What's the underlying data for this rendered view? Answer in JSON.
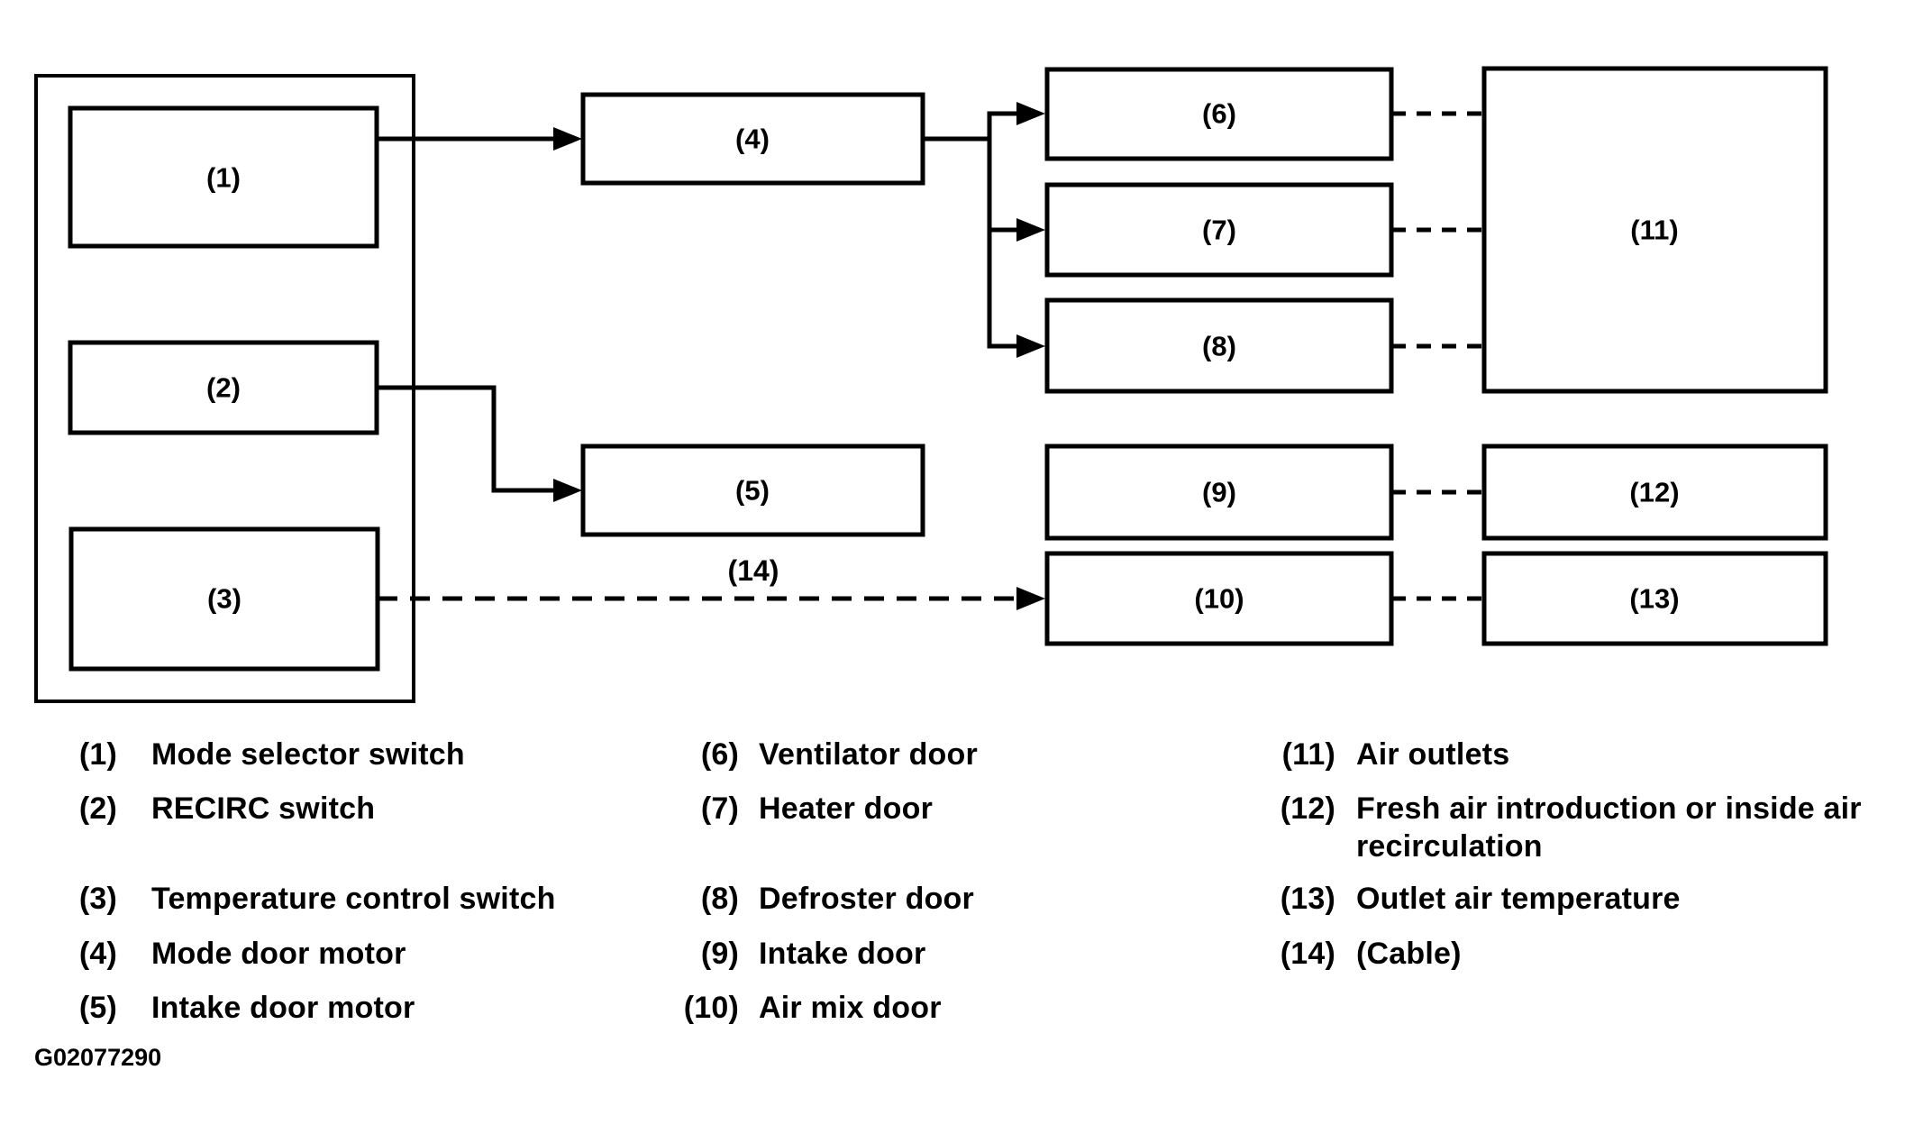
{
  "colors": {
    "ink": "#000000",
    "paper": "#ffffff"
  },
  "diagram": {
    "boxes": [
      {
        "label": "(1)"
      },
      {
        "label": "(2)"
      },
      {
        "label": "(3)"
      },
      {
        "label": "(4)"
      },
      {
        "label": "(5)"
      },
      {
        "label": "(6)"
      },
      {
        "label": "(7)"
      },
      {
        "label": "(8)"
      },
      {
        "label": "(9)"
      },
      {
        "label": "(10)"
      },
      {
        "label": "(11)"
      },
      {
        "label": "(12)"
      },
      {
        "label": "(13)"
      }
    ],
    "cable_label": "(14)"
  },
  "legend": {
    "col1": [
      {
        "num": "(1)",
        "label": "Mode selector switch"
      },
      {
        "num": "(2)",
        "label": "RECIRC switch"
      },
      {
        "num": "(3)",
        "label": "Temperature control switch"
      },
      {
        "num": "(4)",
        "label": "Mode door motor"
      },
      {
        "num": "(5)",
        "label": "Intake door motor"
      }
    ],
    "col2": [
      {
        "num": "(6)",
        "label": "Ventilator door"
      },
      {
        "num": "(7)",
        "label": "Heater door"
      },
      {
        "num": "(8)",
        "label": "Defroster door"
      },
      {
        "num": "(9)",
        "label": "Intake door"
      },
      {
        "num": "(10)",
        "label": "Air mix door"
      }
    ],
    "col3": [
      {
        "num": "(11)",
        "label": "Air outlets"
      },
      {
        "num": "(12)",
        "lines": [
          "Fresh air introduction or inside air",
          "recirculation"
        ]
      },
      {
        "num": "(13)",
        "label": "Outlet air temperature"
      },
      {
        "num": "(14)",
        "label": "(Cable)"
      }
    ]
  },
  "footer": {
    "code": "G02077290"
  }
}
